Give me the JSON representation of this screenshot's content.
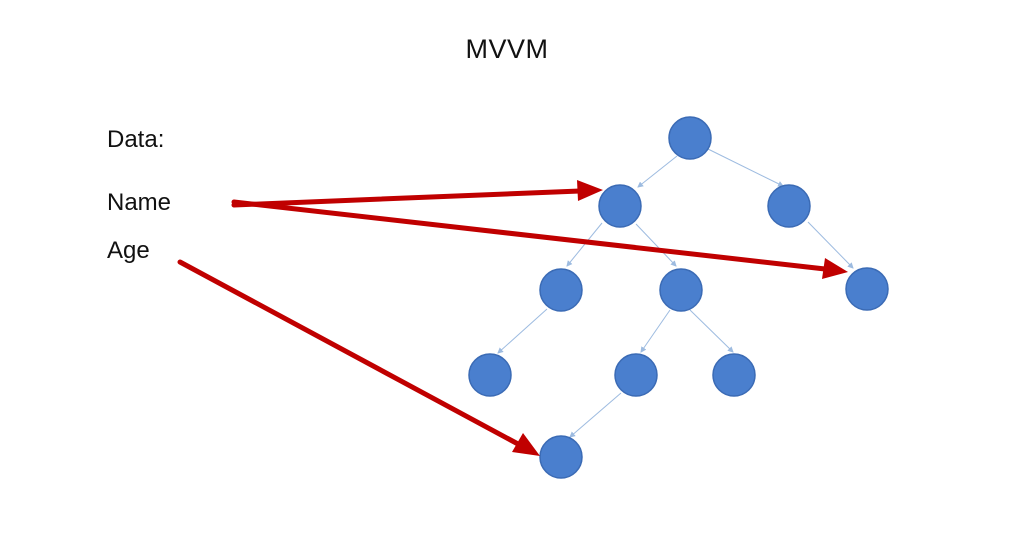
{
  "slide": {
    "title": "MVVM",
    "labels": {
      "data": "Data:",
      "name": "Name",
      "age": "Age"
    }
  },
  "colors": {
    "node_fill": "#4a7fce",
    "node_stroke": "#3b6bb5",
    "edge": "#9dbbe0",
    "arrow": "#c00000",
    "text": "#111111"
  }
}
